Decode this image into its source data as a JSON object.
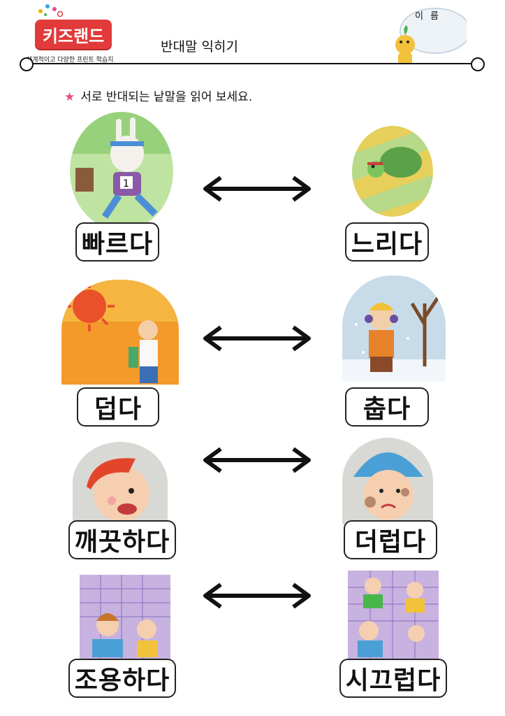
{
  "header": {
    "logo_text": "키즈랜드",
    "logo_tagline": "체계적이고 다양한 프린트 학습지",
    "title": "반대말 익히기",
    "name_label": "이름"
  },
  "instruction": {
    "star": "★",
    "text": "서로 반대되는 낱말을 읽어 보세요."
  },
  "pairs": [
    {
      "left": "빠르다",
      "right": "느리다"
    },
    {
      "left": "덥다",
      "right": "춥다"
    },
    {
      "left": "깨끗하다",
      "right": "더럽다"
    },
    {
      "left": "조용하다",
      "right": "시끄럽다"
    }
  ],
  "colors": {
    "logo": "#e23a3a",
    "star": "#e84a8a"
  },
  "icons": [
    "rabbit-runner-illustration",
    "turtle-illustration",
    "sun-heat-illustration",
    "snow-cold-illustration",
    "clean-girl-illustration",
    "dirty-boy-illustration",
    "quiet-reading-illustration",
    "noisy-kids-illustration",
    "double-arrow-icon"
  ]
}
